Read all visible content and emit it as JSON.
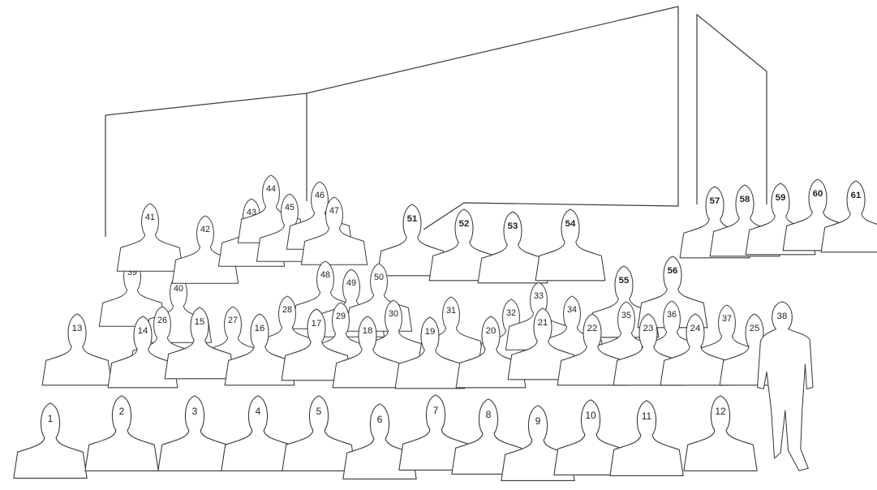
{
  "people": {
    "front_row": [
      "1",
      "2",
      "3",
      "4",
      "5",
      "6",
      "7",
      "8",
      "9",
      "10",
      "11",
      "12"
    ],
    "row_two": [
      "13",
      "14",
      "15",
      "16",
      "17",
      "18",
      "19",
      "20",
      "21",
      "22",
      "23",
      "24",
      "25"
    ],
    "row_three": [
      "26",
      "27",
      "28",
      "29",
      "30",
      "31",
      "32",
      "33",
      "34",
      "35",
      "36",
      "37"
    ],
    "standing_right": [
      "38"
    ],
    "row_four": [
      "39",
      "40",
      "41",
      "42",
      "43",
      "44",
      "45",
      "46",
      "47",
      "48",
      "49",
      "50"
    ],
    "back_row": [
      "51",
      "52",
      "53",
      "54",
      "55",
      "56"
    ],
    "far_right_group": [
      "57",
      "58",
      "59",
      "60",
      "61"
    ]
  }
}
